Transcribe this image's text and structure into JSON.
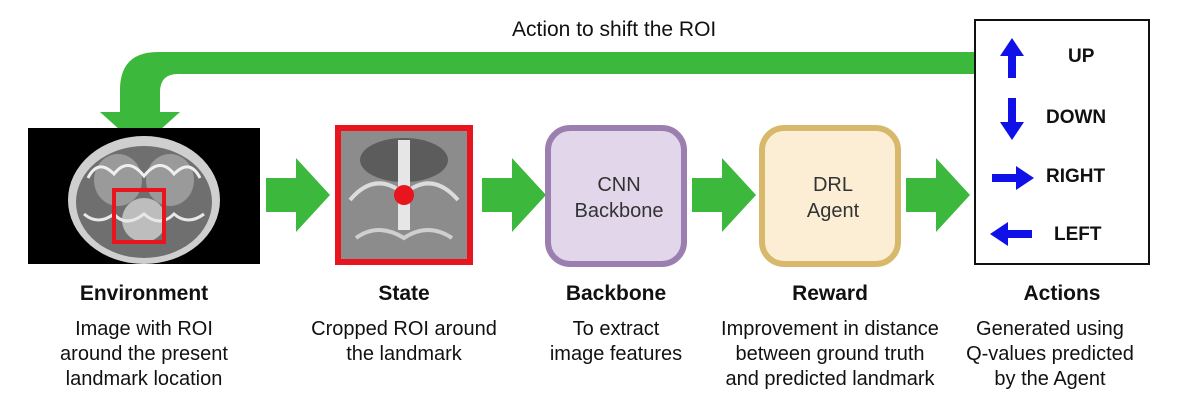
{
  "feedback_label": "Action to shift the ROI",
  "backbone_box_text": [
    "CNN",
    "Backbone"
  ],
  "agent_box_text": [
    "DRL",
    "Agent"
  ],
  "actions_box": {
    "items": [
      {
        "label": "UP",
        "icon": "arrow-up-icon"
      },
      {
        "label": "DOWN",
        "icon": "arrow-down-icon"
      },
      {
        "label": "RIGHT",
        "icon": "arrow-right-icon"
      },
      {
        "label": "LEFT",
        "icon": "arrow-left-icon"
      }
    ]
  },
  "stages": [
    {
      "title": "Environment",
      "desc": [
        "Image with ROI",
        "around the present",
        "landmark location"
      ]
    },
    {
      "title": "State",
      "desc": [
        "Cropped ROI around",
        "the landmark"
      ]
    },
    {
      "title": "Backbone",
      "desc": [
        "To extract",
        "image features"
      ]
    },
    {
      "title": "Reward",
      "desc": [
        "Improvement in distance",
        "between ground truth",
        "and predicted landmark"
      ]
    },
    {
      "title": "Actions",
      "desc": [
        "Generated using",
        "Q-values predicted",
        "by the Agent"
      ]
    }
  ],
  "colors": {
    "flow_arrow": "#3cb83c",
    "roi_red": "#e8141e",
    "backbone_fill": "#e2d6ea",
    "backbone_border": "#9a7fb0",
    "agent_fill": "#fbeed5",
    "agent_border": "#d8b96c",
    "action_arrow": "#1010e8"
  }
}
